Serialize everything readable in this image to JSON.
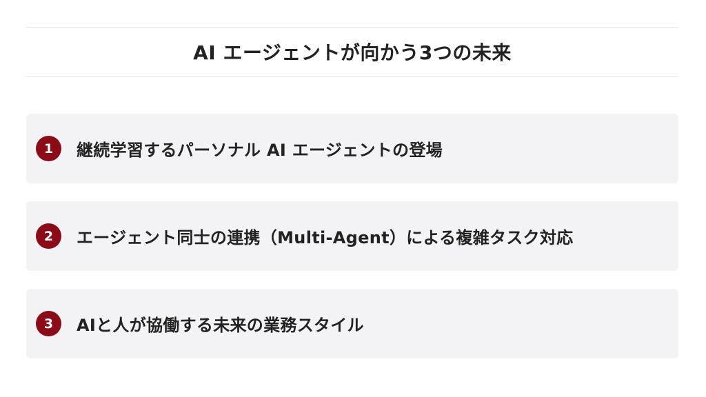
{
  "header": {
    "title": "AI エージェントが向かう3つの未来"
  },
  "items": [
    {
      "number": "1",
      "label": "継続学習するパーソナル AI エージェントの登場"
    },
    {
      "number": "2",
      "label": "エージェント同士の連携（Multi-Agent）による複雑タスク対応"
    },
    {
      "number": "3",
      "label": "AIと人が協働する未来の業務スタイル"
    }
  ],
  "colors": {
    "badge": "#8b0c18",
    "card": "#f3f3f5",
    "text": "#222222",
    "rule": "#e3e3e3"
  }
}
